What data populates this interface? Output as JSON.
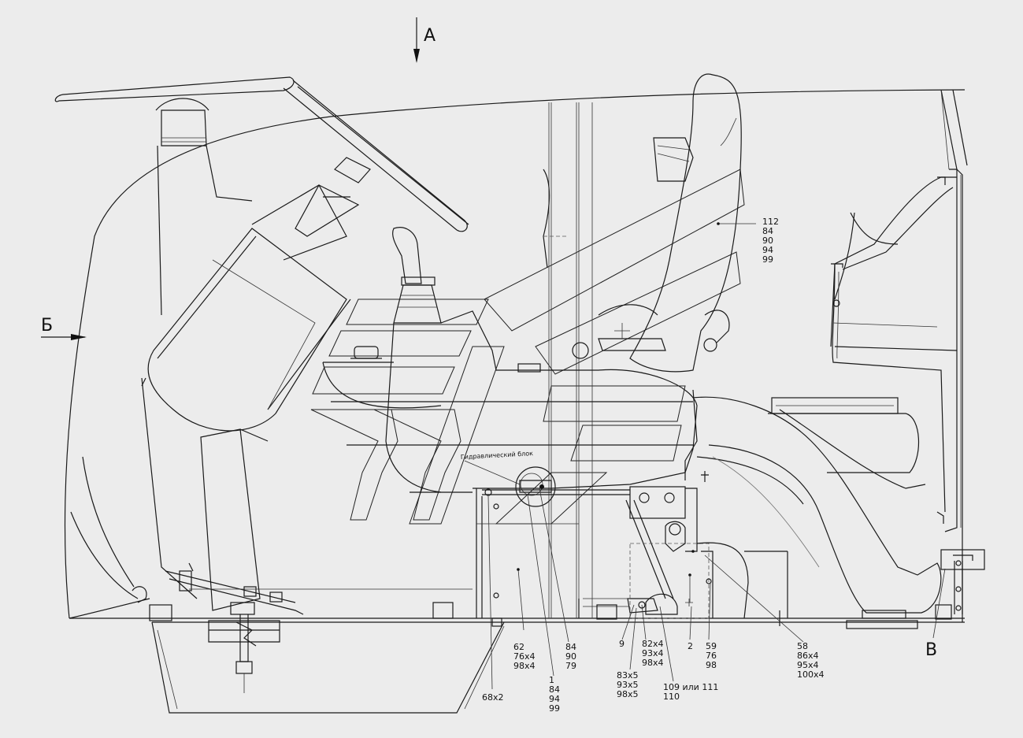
{
  "view_markers": {
    "a": "А",
    "b": "Б",
    "v": "В"
  },
  "note": "Гидравлический блок",
  "callouts": [
    {
      "id": "c112",
      "lines": [
        "112",
        "84",
        "90",
        "94",
        "99"
      ]
    },
    {
      "id": "c62",
      "lines": [
        "62",
        "76x4",
        "98x4"
      ]
    },
    {
      "id": "c84",
      "lines": [
        "84",
        "90",
        "79"
      ]
    },
    {
      "id": "c1",
      "lines": [
        "1",
        "84",
        "94",
        "99"
      ]
    },
    {
      "id": "c68",
      "lines": [
        "68x2"
      ]
    },
    {
      "id": "c9",
      "lines": [
        "9"
      ]
    },
    {
      "id": "c82",
      "lines": [
        "82x4",
        "93x4",
        "98x4"
      ]
    },
    {
      "id": "c83",
      "lines": [
        "83x5",
        "93x5",
        "98x5"
      ]
    },
    {
      "id": "c109",
      "lines": [
        "109 или 111",
        "110"
      ]
    },
    {
      "id": "c2",
      "lines": [
        "2"
      ]
    },
    {
      "id": "c59",
      "lines": [
        "59",
        "76",
        "98"
      ]
    },
    {
      "id": "c58",
      "lines": [
        "58",
        "86x4",
        "95x4",
        "100x4"
      ]
    }
  ]
}
